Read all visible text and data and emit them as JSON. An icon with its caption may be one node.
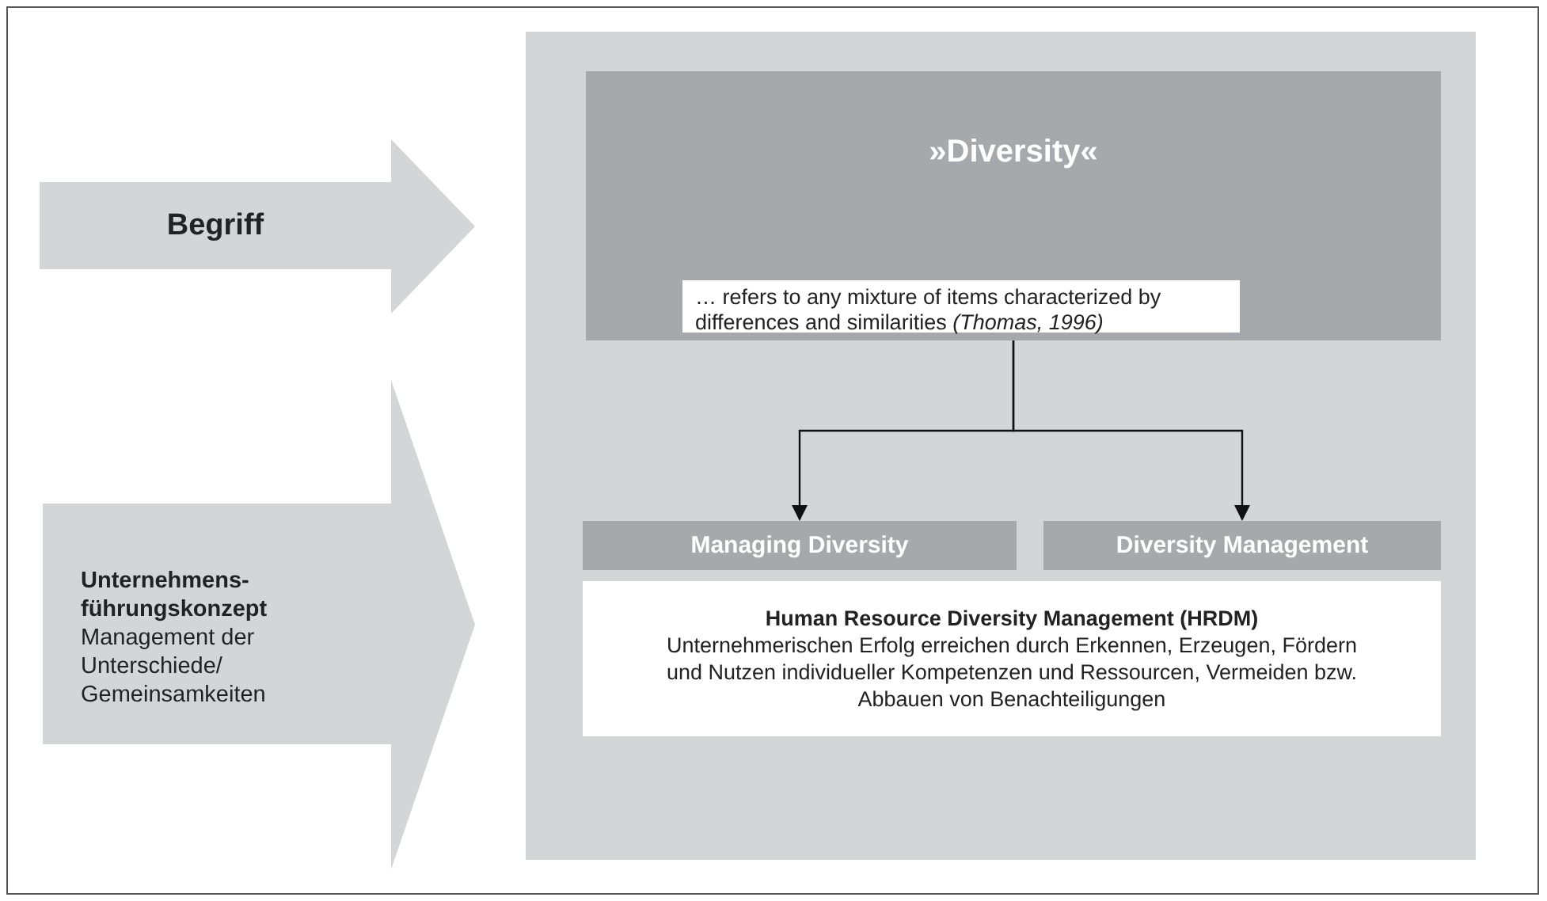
{
  "diagram": {
    "nodes": [
      {
        "text": [
          "Begriff"
        ]
      },
      {
        "text": [
          "Unternehmens- führungskonzept",
          "Management der Unterschiede/ Gemeinsamkeiten"
        ]
      },
      {
        "text": [],
        "shape": "box"
      },
      {
        "text": [
          "»Diversity«"
        ],
        "in": 2
      },
      {
        "text": [
          "… refers to any mixture of items characterized by differences and similarities *(Thomas, 1996)*"
        ],
        "in": 3
      },
      {
        "text": [
          "Managing Diversity"
        ],
        "in": 2
      },
      {
        "text": [
          "Diversity Management"
        ],
        "in": 2
      },
      {
        "text": [
          "Human Resource Diversity Management (HRDM)",
          "Unternehmerischen Erfolg erreichen durch Erkennen, Erzeugen, Fördern und Nutzen individueller Kompetenzen und Ressourcen, Vermeiden bzw. Abbauen von Benachteiligungen"
        ],
        "in": 2
      }
    ],
    "edges": [
      {
        "from": 3,
        "to": 5,
        "arrow": "to"
      },
      {
        "from": 3,
        "to": 6,
        "arrow": "to"
      }
    ]
  }
}
